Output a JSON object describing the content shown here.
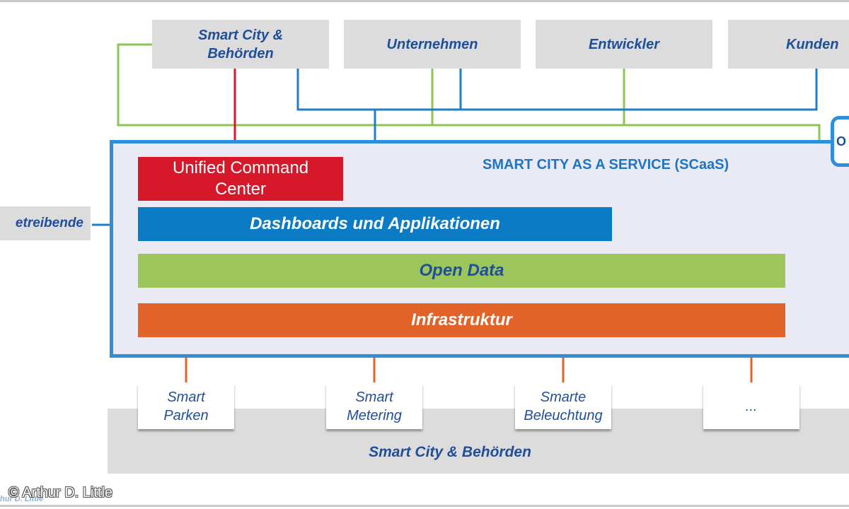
{
  "stakeholders": [
    {
      "id": "smart-city-behoerden",
      "line1": "Smart City &",
      "line2": "Behörden"
    },
    {
      "id": "unternehmen",
      "line1": "Unternehmen"
    },
    {
      "id": "entwickler",
      "line1": "Entwickler"
    },
    {
      "id": "kunden",
      "line1": "Kunden"
    }
  ],
  "side_actor": {
    "label": "etreibende"
  },
  "platform": {
    "title": "SMART CITY AS A SERVICE (SCaaS)",
    "side_tab_label": "O",
    "layers": {
      "ucc_line1": "Unified Command",
      "ucc_line2": "Center",
      "dashboards": "Dashboards und Applikationen",
      "open_data": "Open Data",
      "infrastructure": "Infrastruktur"
    }
  },
  "modules": [
    {
      "line1": "Smart",
      "line2": "Parken"
    },
    {
      "line1": "Smart",
      "line2": "Metering"
    },
    {
      "line1": "Smarte",
      "line2": "Beleuchtung"
    },
    {
      "line1": "..."
    }
  ],
  "bottom_band": {
    "label": "Smart City & Behörden"
  },
  "copyright": {
    "text": "© Arthur D. Little",
    "ghost_text": "hur D. Little"
  },
  "colors": {
    "blue_line": "#1f7ec9",
    "green_line": "#8dc555",
    "red_line": "#d7182a",
    "orange_line": "#e2632a",
    "label_blue": "#1f4e9a"
  }
}
